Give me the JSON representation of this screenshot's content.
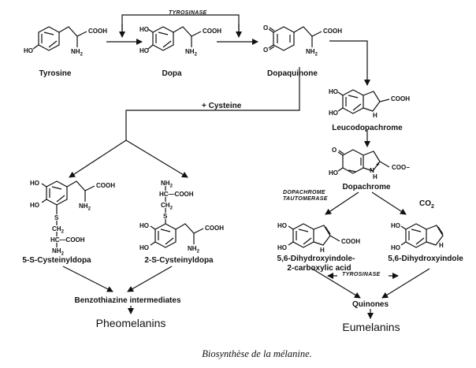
{
  "diagram": {
    "enzymes": {
      "tyrosinase_top": "TYROSINASE",
      "dopachrome_tautomerase_line1": "DOPACHROME",
      "dopachrome_tautomerase_line2": "TAUTOMERASE",
      "tyrosinase_bottom": "TYROSINASE"
    },
    "reagents": {
      "cysteine": "+ Cysteine",
      "co2": "CO",
      "co2_sub": "2"
    },
    "compounds": {
      "tyrosine": "Tyrosine",
      "dopa": "Dopa",
      "dopaquinone": "Dopaquinone",
      "leucodopachrome": "Leucodopachrome",
      "dopachrome": "Dopachrome",
      "cysteinyldopa_5s": "5-S-Cysteinyldopa",
      "cysteinyldopa_2s": "2-S-Cysteinyldopa",
      "dhica_line1": "5,6-Dihydroxyindole-",
      "dhica_line2": "2-carboxylic acid",
      "dhi": "5,6-Dihydroxyindole",
      "benzothiazine": "Benzothiazine intermediates",
      "quinones": "Quinones"
    },
    "products": {
      "pheomelanins": "Pheomelanins",
      "eumelanins": "Eumelanins"
    },
    "atoms": {
      "ho": "HO",
      "o": "O",
      "cooh": "COOH",
      "nh2": "NH",
      "nh2_sub": "2",
      "h": "H",
      "n": "N",
      "s": "S",
      "ch2": "CH",
      "ch2_sub": "2",
      "hc_cooh": "HC—COOH",
      "coo_minus": "COO−",
      "plus": "+"
    }
  },
  "caption": "Biosynthèse de la mélanine."
}
